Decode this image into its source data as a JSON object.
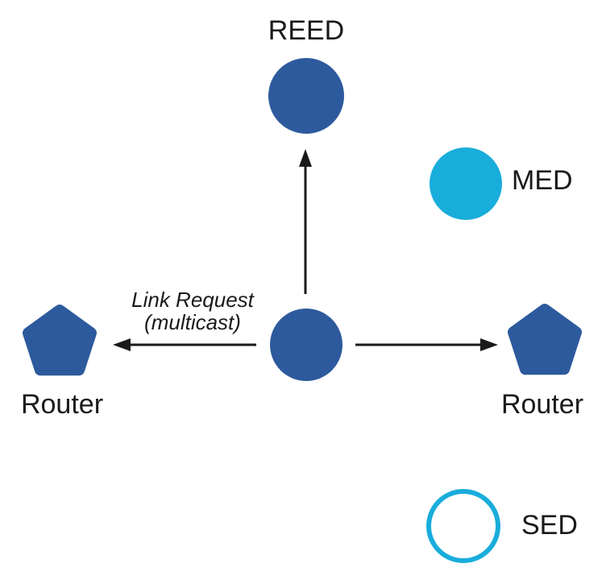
{
  "diagram": {
    "type": "network-topology",
    "nodes": {
      "reed": {
        "label": "REED",
        "shape": "circle",
        "fill": "solid",
        "color_key": "blue"
      },
      "med": {
        "label": "MED",
        "shape": "circle",
        "fill": "solid",
        "color_key": "cyan"
      },
      "center": {
        "label": "",
        "shape": "circle",
        "fill": "solid",
        "color_key": "blue"
      },
      "router_left": {
        "label": "Router",
        "shape": "pentagon",
        "fill": "solid",
        "color_key": "blue"
      },
      "router_right": {
        "label": "Router",
        "shape": "pentagon",
        "fill": "solid",
        "color_key": "blue"
      },
      "sed": {
        "label": "SED",
        "shape": "circle",
        "fill": "outline",
        "color_key": "cyan"
      }
    },
    "edges": [
      {
        "from": "center",
        "to": "reed",
        "direction": "up",
        "label_line1": "",
        "label_line2": ""
      },
      {
        "from": "center",
        "to": "router_left",
        "direction": "left",
        "label_line1": "Link Request",
        "label_line2": "(multicast)"
      },
      {
        "from": "center",
        "to": "router_right",
        "direction": "right",
        "label_line1": "",
        "label_line2": ""
      }
    ],
    "colors": {
      "blue": "#2D5A9D",
      "cyan": "#19ADDB",
      "arrow": "#1a1a1a",
      "text": "#1a1a1a",
      "background": "#ffffff"
    }
  }
}
